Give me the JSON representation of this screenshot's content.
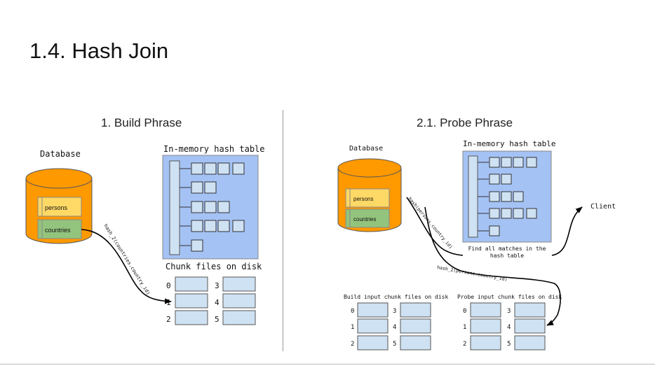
{
  "title": "1.4. Hash Join",
  "build": {
    "heading": "1. Build Phrase",
    "database_label": "Database",
    "table_persons": "persons",
    "table_countries": "countries",
    "hash_table_label": "In-memory hash table",
    "chunk_label": "Chunk files on disk",
    "hash_fn": "hash_2(countries.country_id)",
    "chunk_numbers_left": [
      "0",
      "1",
      "2"
    ],
    "chunk_numbers_right": [
      "3",
      "4",
      "5"
    ]
  },
  "probe": {
    "heading": "2.1. Probe Phrase",
    "database_label": "Database",
    "table_persons": "persons",
    "table_countries": "countries",
    "hash_table_label": "In-memory hash table",
    "hash_fn_1": "hash(persons.country_id)",
    "hash_fn_2": "hash_2(persons.country_id)",
    "match_text_line1": "Find all matches in the",
    "match_text_line2": "hash table",
    "client_label": "Client",
    "build_chunks_label": "Build input chunk files on disk",
    "probe_chunks_label": "Probe input chunk files on disk",
    "chunk_numbers_left": [
      "0",
      "1",
      "2"
    ],
    "chunk_numbers_right": [
      "3",
      "4",
      "5"
    ]
  },
  "colors": {
    "cylinder": "#ff9900",
    "persons": "#ffd966",
    "countries": "#93c47d",
    "hash_table": "#a4c2f4",
    "chunk": "#cfe2f3"
  }
}
